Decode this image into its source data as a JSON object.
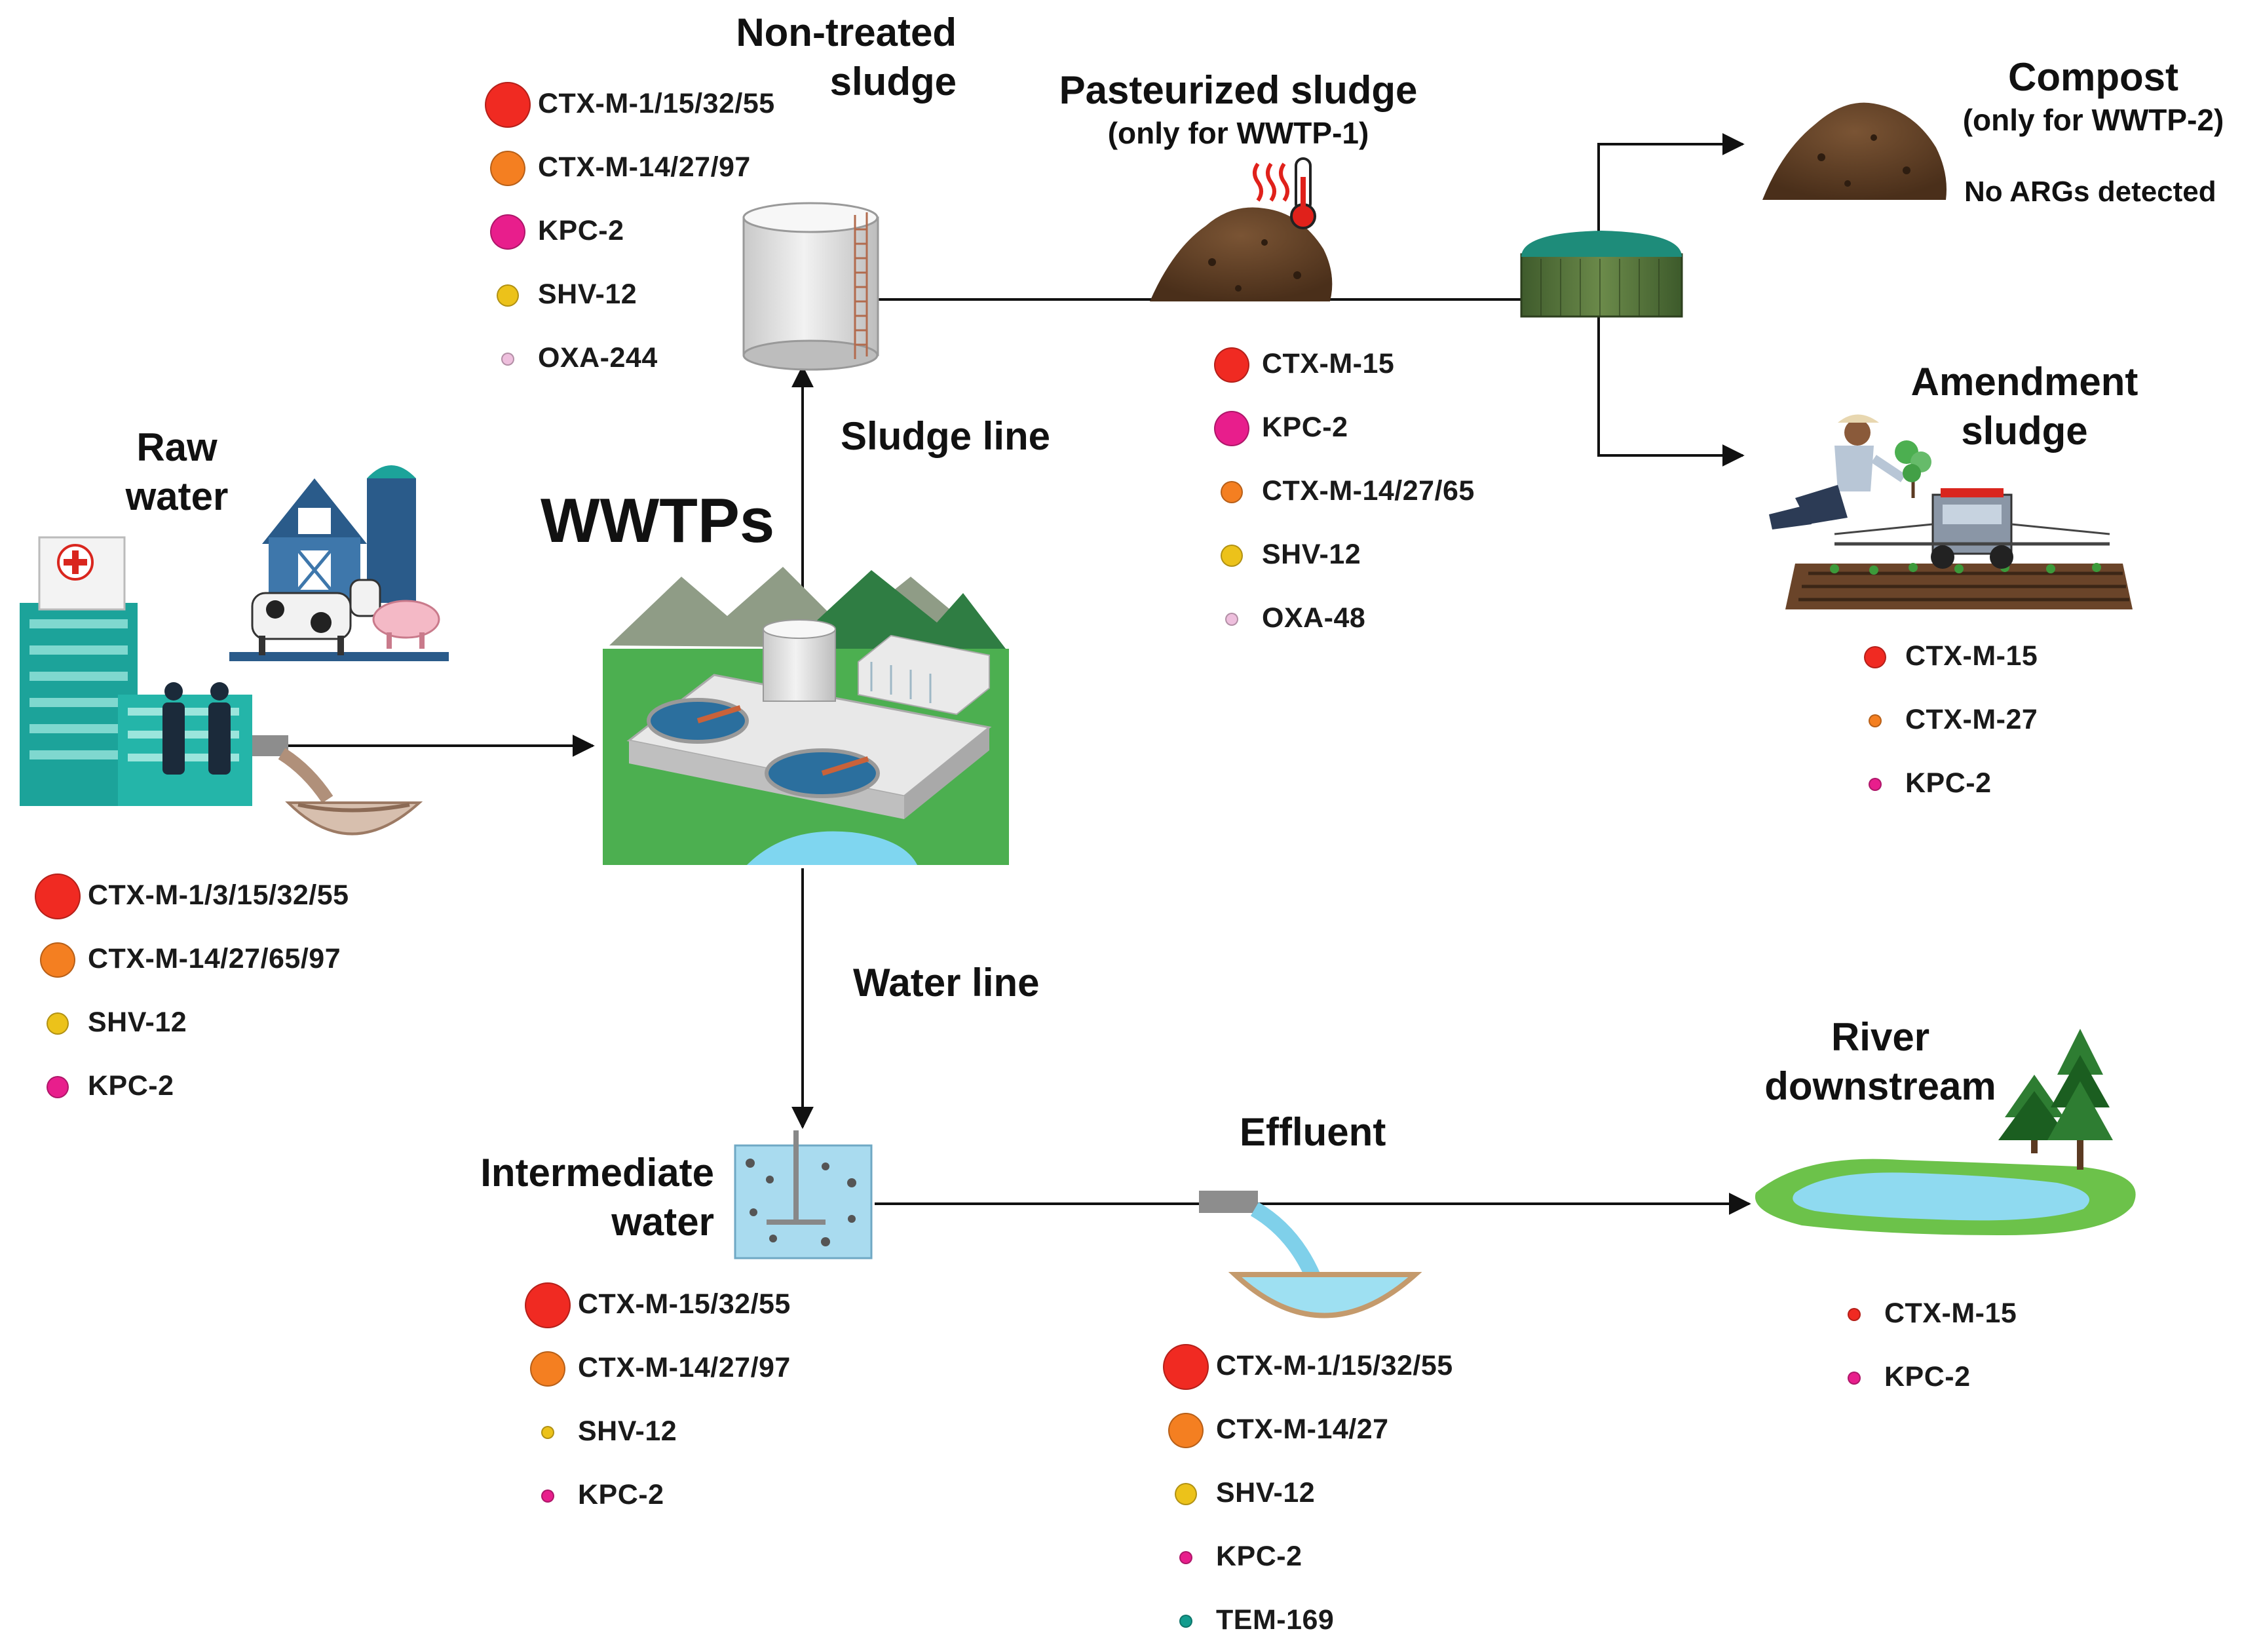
{
  "labels": {
    "non_treated_line1": "Non-treated",
    "non_treated_line2": "sludge",
    "pasteurized_title": "Pasteurized sludge",
    "pasteurized_note": "(only for WWTP-1)",
    "compost_title": "Compost",
    "compost_note": "(only for WWTP-2)",
    "compost_result": "No ARGs detected",
    "amendment_line1": "Amendment",
    "amendment_line2": "sludge",
    "raw_line1": "Raw",
    "raw_line2": "water",
    "wwtps": "WWTPs",
    "sludge_line": "Sludge line",
    "water_line": "Water line",
    "intermediate_line1": "Intermediate",
    "intermediate_line2": "water",
    "effluent": "Effluent",
    "river_line1": "River",
    "river_line2": "downstream"
  },
  "colors": {
    "red": "#f02a22",
    "orange": "#f47f21",
    "magenta": "#e81e8c",
    "yellow": "#ecc21a",
    "pink": "#eebfdd",
    "teal": "#139c8e"
  },
  "legends": {
    "non_treated": [
      {
        "label": "CTX-M-1/15/32/55",
        "color": "red",
        "level": 4
      },
      {
        "label": "CTX-M-14/27/97",
        "color": "orange",
        "level": 3
      },
      {
        "label": "KPC-2",
        "color": "magenta",
        "level": 3
      },
      {
        "label": "SHV-12",
        "color": "yellow",
        "level": 2
      },
      {
        "label": "OXA-244",
        "color": "pink",
        "level": 1
      }
    ],
    "pasteurized": [
      {
        "label": "CTX-M-15",
        "color": "red",
        "level": 3
      },
      {
        "label": "KPC-2",
        "color": "magenta",
        "level": 3
      },
      {
        "label": "CTX-M-14/27/65",
        "color": "orange",
        "level": 2
      },
      {
        "label": "SHV-12",
        "color": "yellow",
        "level": 2
      },
      {
        "label": "OXA-48",
        "color": "pink",
        "level": 1
      }
    ],
    "amendment": [
      {
        "label": "CTX-M-15",
        "color": "red",
        "level": 2
      },
      {
        "label": "CTX-M-27",
        "color": "orange",
        "level": 1
      },
      {
        "label": "KPC-2",
        "color": "magenta",
        "level": 1
      }
    ],
    "raw": [
      {
        "label": "CTX-M-1/3/15/32/55",
        "color": "red",
        "level": 4
      },
      {
        "label": "CTX-M-14/27/65/97",
        "color": "orange",
        "level": 3
      },
      {
        "label": "SHV-12",
        "color": "yellow",
        "level": 2
      },
      {
        "label": "KPC-2",
        "color": "magenta",
        "level": 2
      }
    ],
    "intermediate": [
      {
        "label": "CTX-M-15/32/55",
        "color": "red",
        "level": 4
      },
      {
        "label": "CTX-M-14/27/97",
        "color": "orange",
        "level": 3
      },
      {
        "label": "SHV-12",
        "color": "yellow",
        "level": 1
      },
      {
        "label": "KPC-2",
        "color": "magenta",
        "level": 1
      }
    ],
    "effluent": [
      {
        "label": "CTX-M-1/15/32/55",
        "color": "red",
        "level": 4
      },
      {
        "label": "CTX-M-14/27",
        "color": "orange",
        "level": 3
      },
      {
        "label": "SHV-12",
        "color": "yellow",
        "level": 2
      },
      {
        "label": "KPC-2",
        "color": "magenta",
        "level": 1
      },
      {
        "label": "TEM-169",
        "color": "teal",
        "level": 1
      }
    ],
    "river": [
      {
        "label": "CTX-M-15",
        "color": "red",
        "level": 1
      },
      {
        "label": "KPC-2",
        "color": "magenta",
        "level": 1
      }
    ]
  }
}
